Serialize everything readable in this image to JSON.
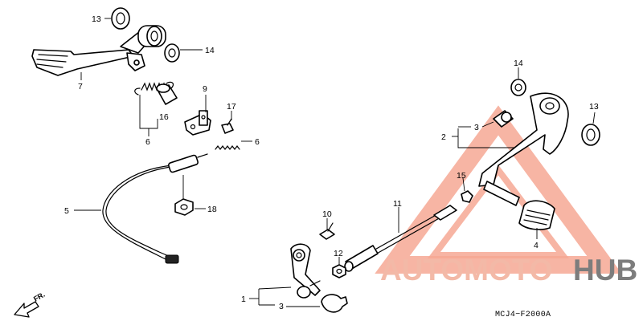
{
  "callouts": {
    "c1": "1",
    "c2": "2",
    "c3a": "3",
    "c3b": "3",
    "c4": "4",
    "c5": "5",
    "c6a": "6",
    "c6b": "6",
    "c7": "7",
    "c9": "9",
    "c10": "10",
    "c11": "11",
    "c12": "12",
    "c13a": "13",
    "c13b": "13",
    "c14a": "14",
    "c14b": "14",
    "c15": "15",
    "c16": "16",
    "c17": "17",
    "c18": "18"
  },
  "direction_label": "FR.",
  "diagram_code": "MCJ4−F2000A",
  "watermark": {
    "part1": "AUTOMOTO",
    "part2": "HUB",
    "color_primary": "#f3b9a7",
    "color_secondary": "#7d7d7d"
  }
}
